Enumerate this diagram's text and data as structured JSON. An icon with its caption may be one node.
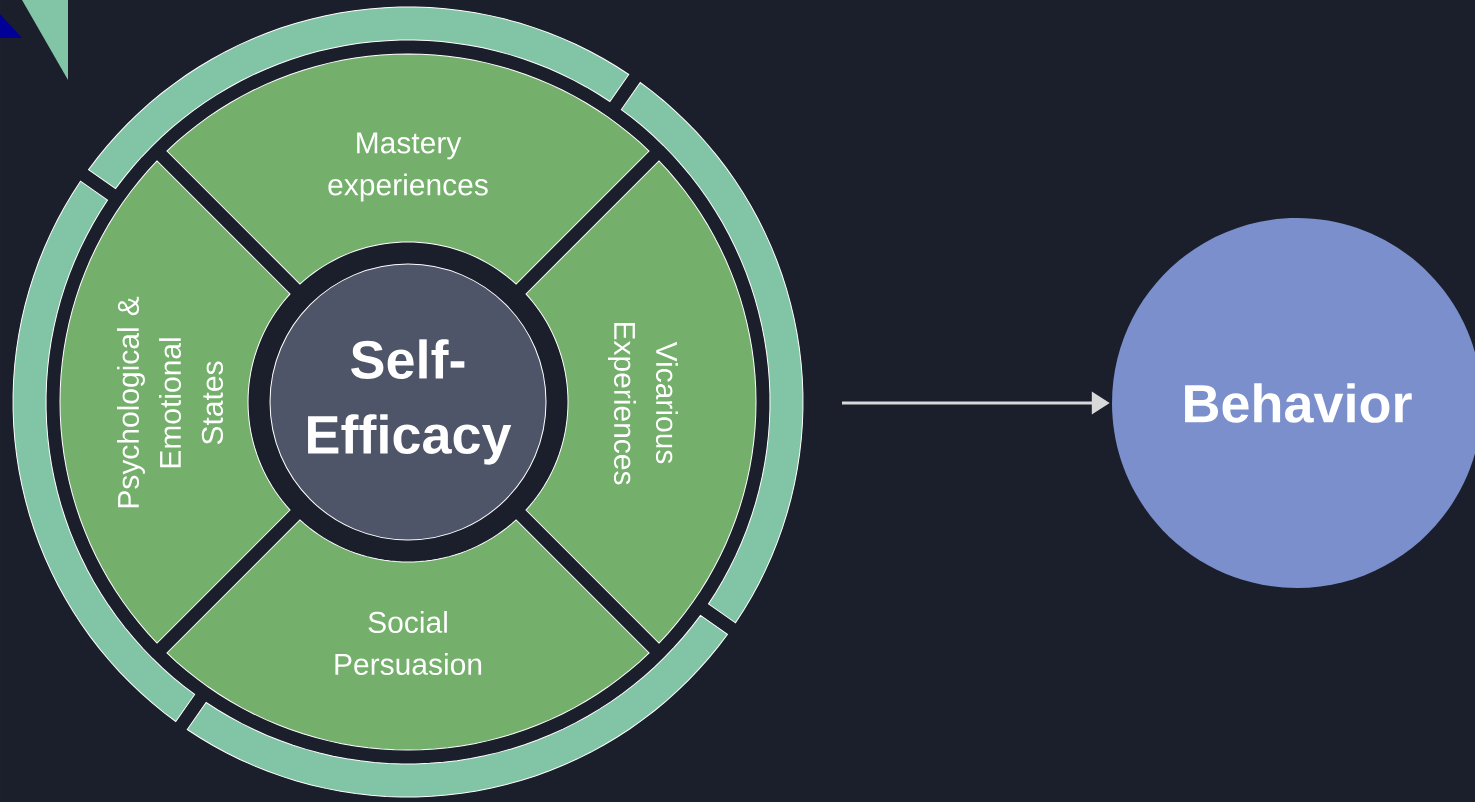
{
  "diagram": {
    "nodes": [
      {
        "text": [
          "Self-Efficacy"
        ]
      },
      {
        "text": [
          "Mastery experiences"
        ]
      },
      {
        "text": [
          "Vicarious Experiences"
        ]
      },
      {
        "text": [
          "Social Persuasion"
        ]
      },
      {
        "text": [
          "Psychological & Emotional States"
        ]
      },
      {
        "text": [
          "Behavior"
        ]
      }
    ],
    "edges": [
      {
        "from": null,
        "to": 5,
        "arrow": "to"
      }
    ]
  }
}
